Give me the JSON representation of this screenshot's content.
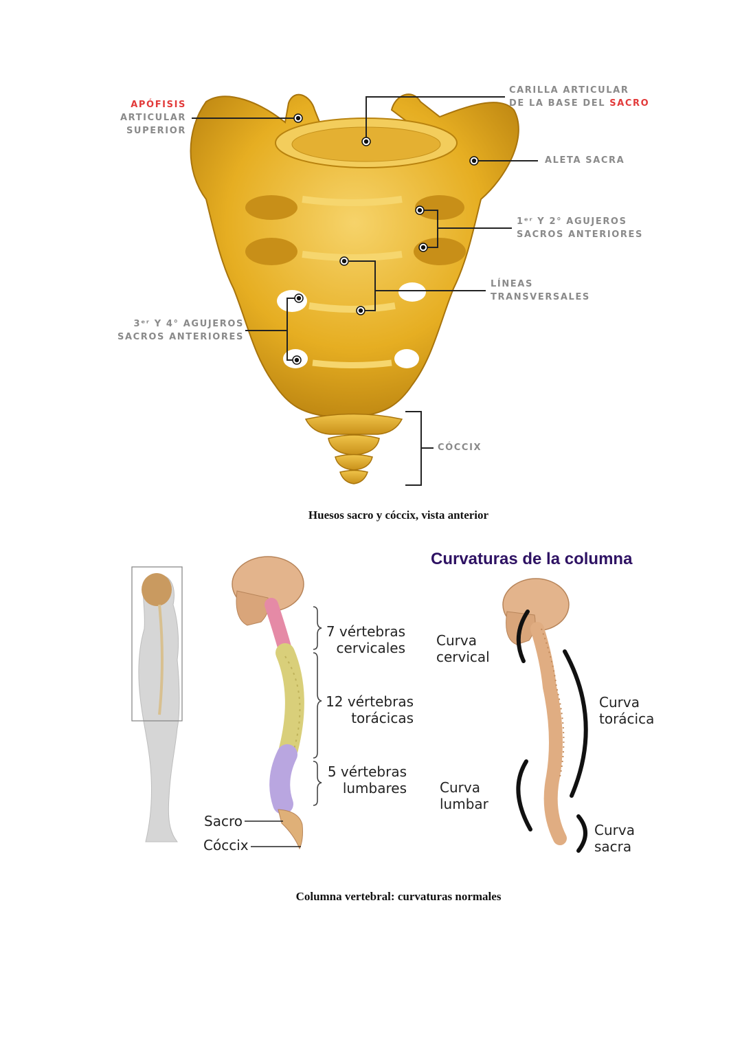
{
  "figure1": {
    "labels": {
      "apofisis_red": "APÓFISIS",
      "apofisis_rest_1": "ARTICULAR",
      "apofisis_rest_2": "SUPERIOR",
      "carilla_1": "CARILLA ARTICULAR",
      "carilla_2_gray": "DE LA BASE DEL ",
      "carilla_2_red": "SACRO",
      "aleta": "ALETA SACRA",
      "agujeros12_1": "1ᵉʳ Y 2° AGUJEROS",
      "agujeros12_2": "SACROS ANTERIORES",
      "lineas_1": "LÍNEAS",
      "lineas_2": "TRANSVERSALES",
      "agujeros34_1": "3ᵉʳ Y 4° AGUJEROS",
      "agujeros34_2": "SACROS ANTERIORES",
      "coccix": "CÓCCIX"
    },
    "caption": "Huesos sacro y cóccix, vista anterior",
    "colors": {
      "bone": "#e8b325",
      "bone_dark": "#b8820e",
      "label_gray": "#8a8a8a",
      "label_red": "#e23a3a"
    }
  },
  "figure2": {
    "title": "Curvaturas de la columna",
    "left_labels": {
      "cervical_1": "7 vértebras",
      "cervical_2": "cervicales",
      "toracica_1": "12 vértebras",
      "toracica_2": "torácicas",
      "lumbar_1": "5 vértebras",
      "lumbar_2": "lumbares",
      "sacro": "Sacro",
      "coccix": "Cóccix"
    },
    "right_labels": {
      "cervical_1": "Curva",
      "cervical_2": "cervical",
      "toracica_1": "Curva",
      "toracica_2": "torácica",
      "lumbar_1": "Curva",
      "lumbar_2": "lumbar",
      "sacra_1": "Curva",
      "sacra_2": "sacra"
    },
    "caption": "Columna vertebral: curvaturas normales",
    "colors": {
      "title": "#2e1263",
      "cervical": "#e58aa6",
      "thoracic": "#d9cf7a",
      "lumbar": "#b9a6e0",
      "skull": "#e3b48c"
    }
  }
}
